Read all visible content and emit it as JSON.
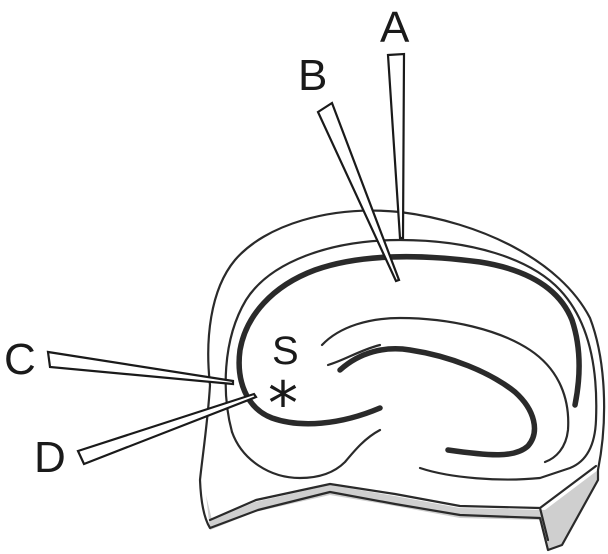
{
  "labels": {
    "a": "A",
    "b": "B",
    "c": "C",
    "d": "D",
    "s": "S",
    "star": "*"
  },
  "colors": {
    "line": "#2a2a2a",
    "background": "#ffffff",
    "base_shadow": "#cfcfcf"
  }
}
